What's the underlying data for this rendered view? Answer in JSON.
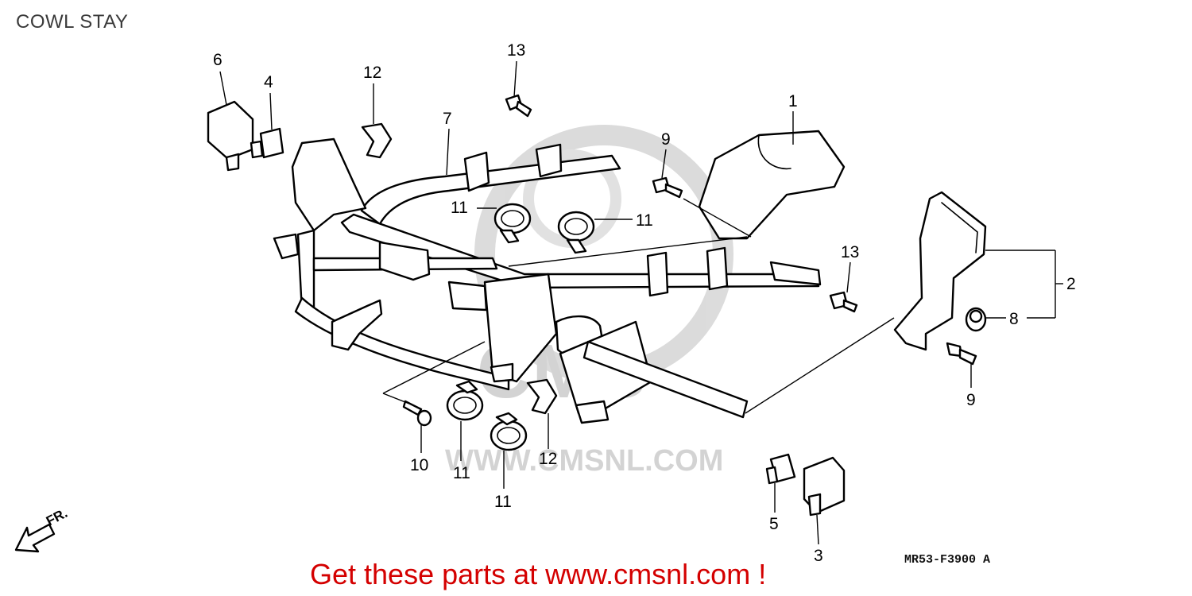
{
  "header": {
    "title": "COWL STAY"
  },
  "diagram": {
    "code": "MR53-F3900 A",
    "direction": "FR.",
    "watermark": "WWW.CMSNL.COM",
    "callouts": {
      "c1": "1",
      "c2": "2",
      "c3": "3",
      "c4": "4",
      "c5": "5",
      "c6": "6",
      "c7": "7",
      "c8": "8",
      "c9a": "9",
      "c9b": "9",
      "c10": "10",
      "c11a": "11",
      "c11b": "11",
      "c11c": "11",
      "c11d": "11",
      "c12a": "12",
      "c12b": "12",
      "c13a": "13",
      "c13b": "13"
    }
  },
  "footer": {
    "text": "Get these parts at www.cmsnl.com !"
  }
}
